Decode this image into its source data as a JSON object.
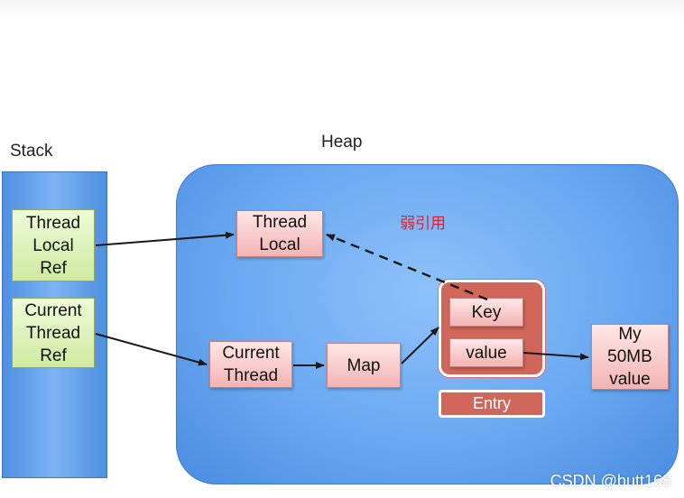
{
  "labels": {
    "stack": "Stack",
    "heap": "Heap",
    "weak_reference": "弱引用",
    "watermark": "CSDN @butt168"
  },
  "stack": {
    "thread_local_ref": "Thread\nLocal\nRef",
    "current_thread_ref": "Current\nThread\nRef"
  },
  "heap": {
    "thread_local": "Thread\nLocal",
    "current_thread": "Current\nThread",
    "map": "Map",
    "key": "Key",
    "value": "value",
    "entry": "Entry",
    "my_50mb_value": "My\n50MB\nvalue"
  },
  "colors": {
    "stack_fill": "#6aa6ee",
    "heap_fill": "#76b2f5",
    "ref_box": "#d8f0b3",
    "object_box": "#f6c2c2",
    "entry_fill": "#d0675a",
    "weak_label": "#e0202a"
  }
}
